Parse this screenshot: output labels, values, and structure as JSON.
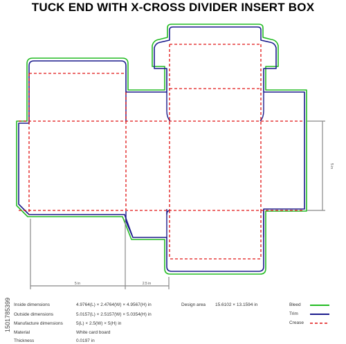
{
  "title": "TUCK END WITH X-CROSS DIVIDER INSERT BOX",
  "dimensions": {
    "width_label": "5 in",
    "depth_label": "2.5 in",
    "height_label": "5 in"
  },
  "specs": [
    {
      "label": "Inside dimensions",
      "value": "4.9764(L) × 2.4764(W) × 4.9567(H) in"
    },
    {
      "label": "Outside dimensions",
      "value": "5.0157(L) × 2.5157(W) × 5.0354(H) in"
    },
    {
      "label": "Manufacture dimensions",
      "value": "5(L) × 2.5(W) × 5(H) in"
    },
    {
      "label": "Material",
      "value": "White card board"
    },
    {
      "label": "Thickness",
      "value": "0.0197 in"
    }
  ],
  "design_area": {
    "label": "Design area",
    "value": "15.6102 × 13.1594 in"
  },
  "legend": [
    {
      "label": "Bleed",
      "color": "#22bb22",
      "style": "solid"
    },
    {
      "label": "Trim",
      "color": "#1a1a8c",
      "style": "solid"
    },
    {
      "label": "Crease",
      "color": "#e01010",
      "style": "dashed"
    }
  ],
  "stock_id": "1501785399"
}
